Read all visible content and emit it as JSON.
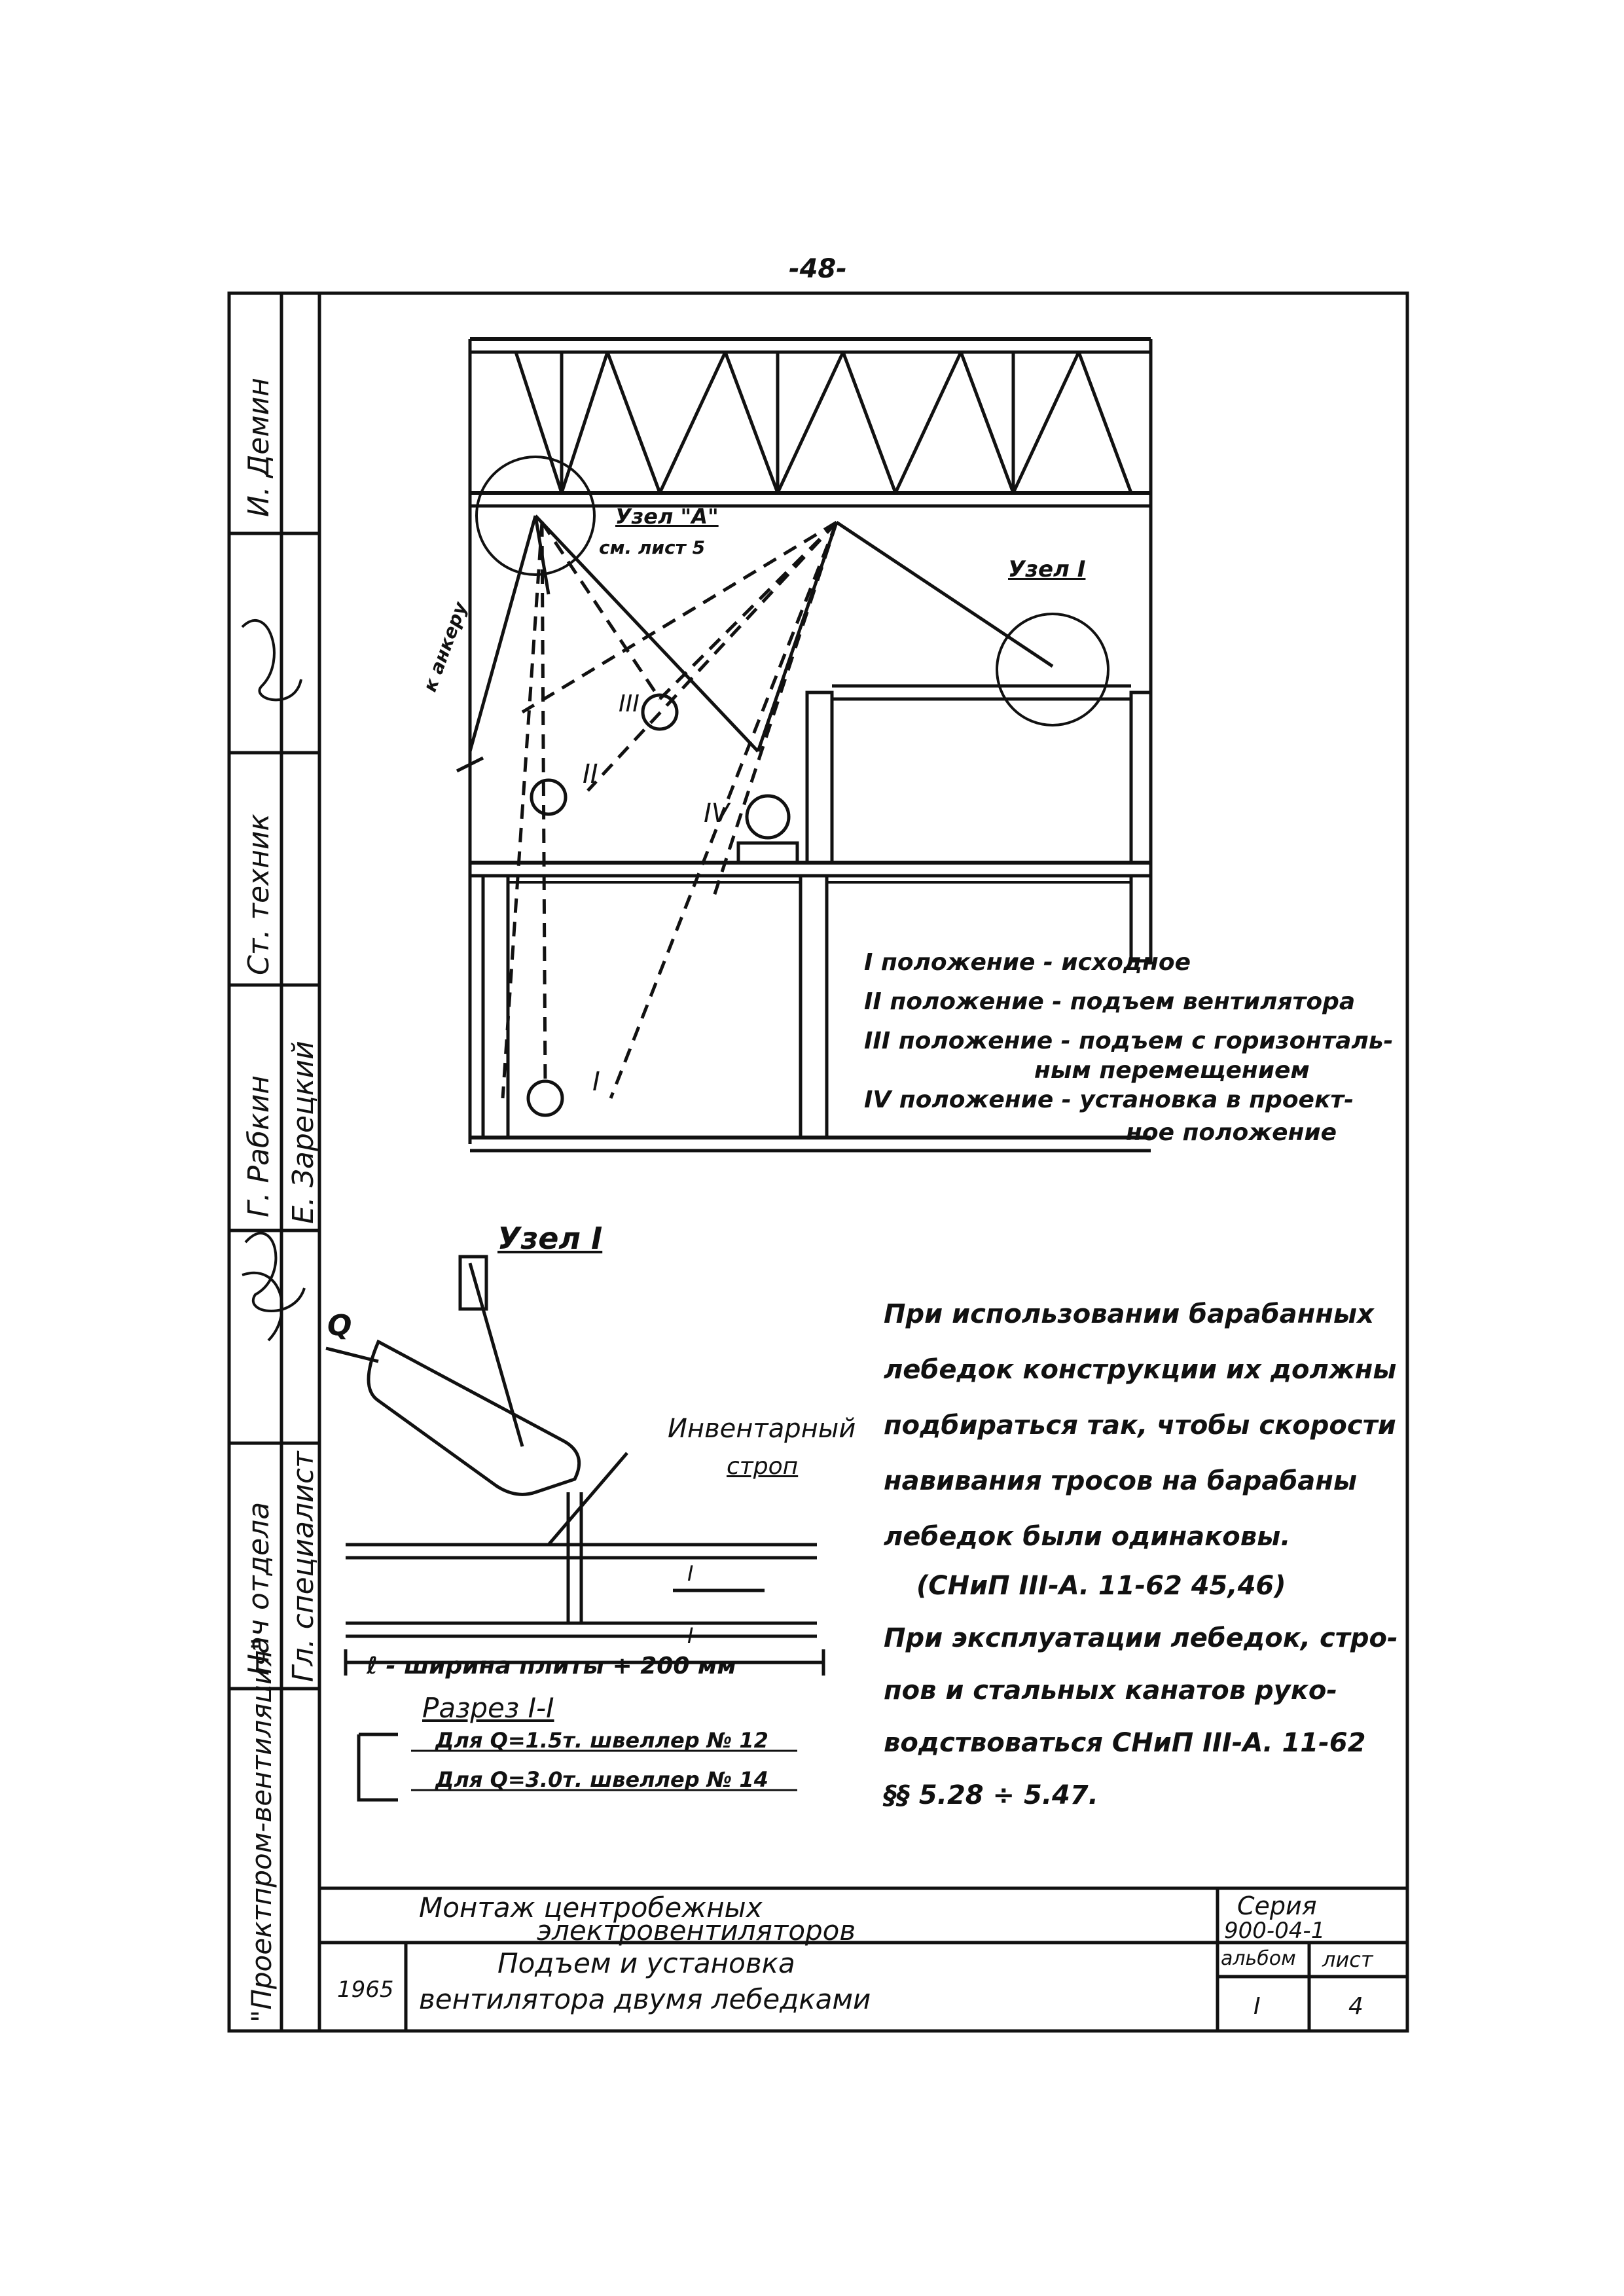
{
  "page_number": "-48-",
  "side_stamp": {
    "names": [
      "И. Демин",
      "Ст. техник",
      "Г. Рабкин",
      "Е. Зарецкий"
    ],
    "roles": [
      "Нач отдела",
      "Гл. специалист"
    ],
    "organization": "\"Проектпром-вентиляция\""
  },
  "main_drawing": {
    "node_a_label": "Узел \"А\"",
    "node_a_ref": "см. лист 5",
    "node_1_label": "Узел I",
    "to_anchor": "к анкеру",
    "positions": [
      "I",
      "II",
      "III",
      "IV"
    ]
  },
  "legend": [
    "I положение - исходное",
    "II положение - подъем вентилятора",
    "III положение - подъем с горизонталь-",
    "ным перемещением",
    "IV положение - установка в проект-",
    "ное положение"
  ],
  "node_detail": {
    "title": "Узел I",
    "load": "Q",
    "sling_label_1": "Инвентарный",
    "sling_label_2": "строп",
    "section_marker_1": "I",
    "section_marker_2": "I",
    "width_label": "ℓ - ширина плиты + 200 мм",
    "section_title": "Разрез I-I",
    "channel_1": "Для Q=1.5т. швеллер № 12",
    "channel_2": "Для Q=3.0т. швеллер № 14"
  },
  "notes": [
    "При использовании барабанных",
    "лебедок конструкции их должны",
    "подбираться так, чтобы скорости",
    "навивания тросов на барабаны",
    "лебедок были одинаковы.",
    "(СНиП III-А. 11-62 45,46)",
    "При эксплуатации лебедок, стро-",
    "пов и стальных канатов руко-",
    "водствоваться СНиП III-А. 11-62",
    "§§ 5.28 ÷ 5.47."
  ],
  "title_block": {
    "title_line1": "Монтаж центробежных",
    "title_line2": "электровентиляторов",
    "subtitle_line1": "Подъем и установка",
    "subtitle_line2": "вентилятора двумя лебедками",
    "year": "1965",
    "series_label": "Серия",
    "series_value": "900-04-1",
    "album_label": "альбом",
    "album_value": "I",
    "sheet_label": "лист",
    "sheet_value": "4"
  }
}
